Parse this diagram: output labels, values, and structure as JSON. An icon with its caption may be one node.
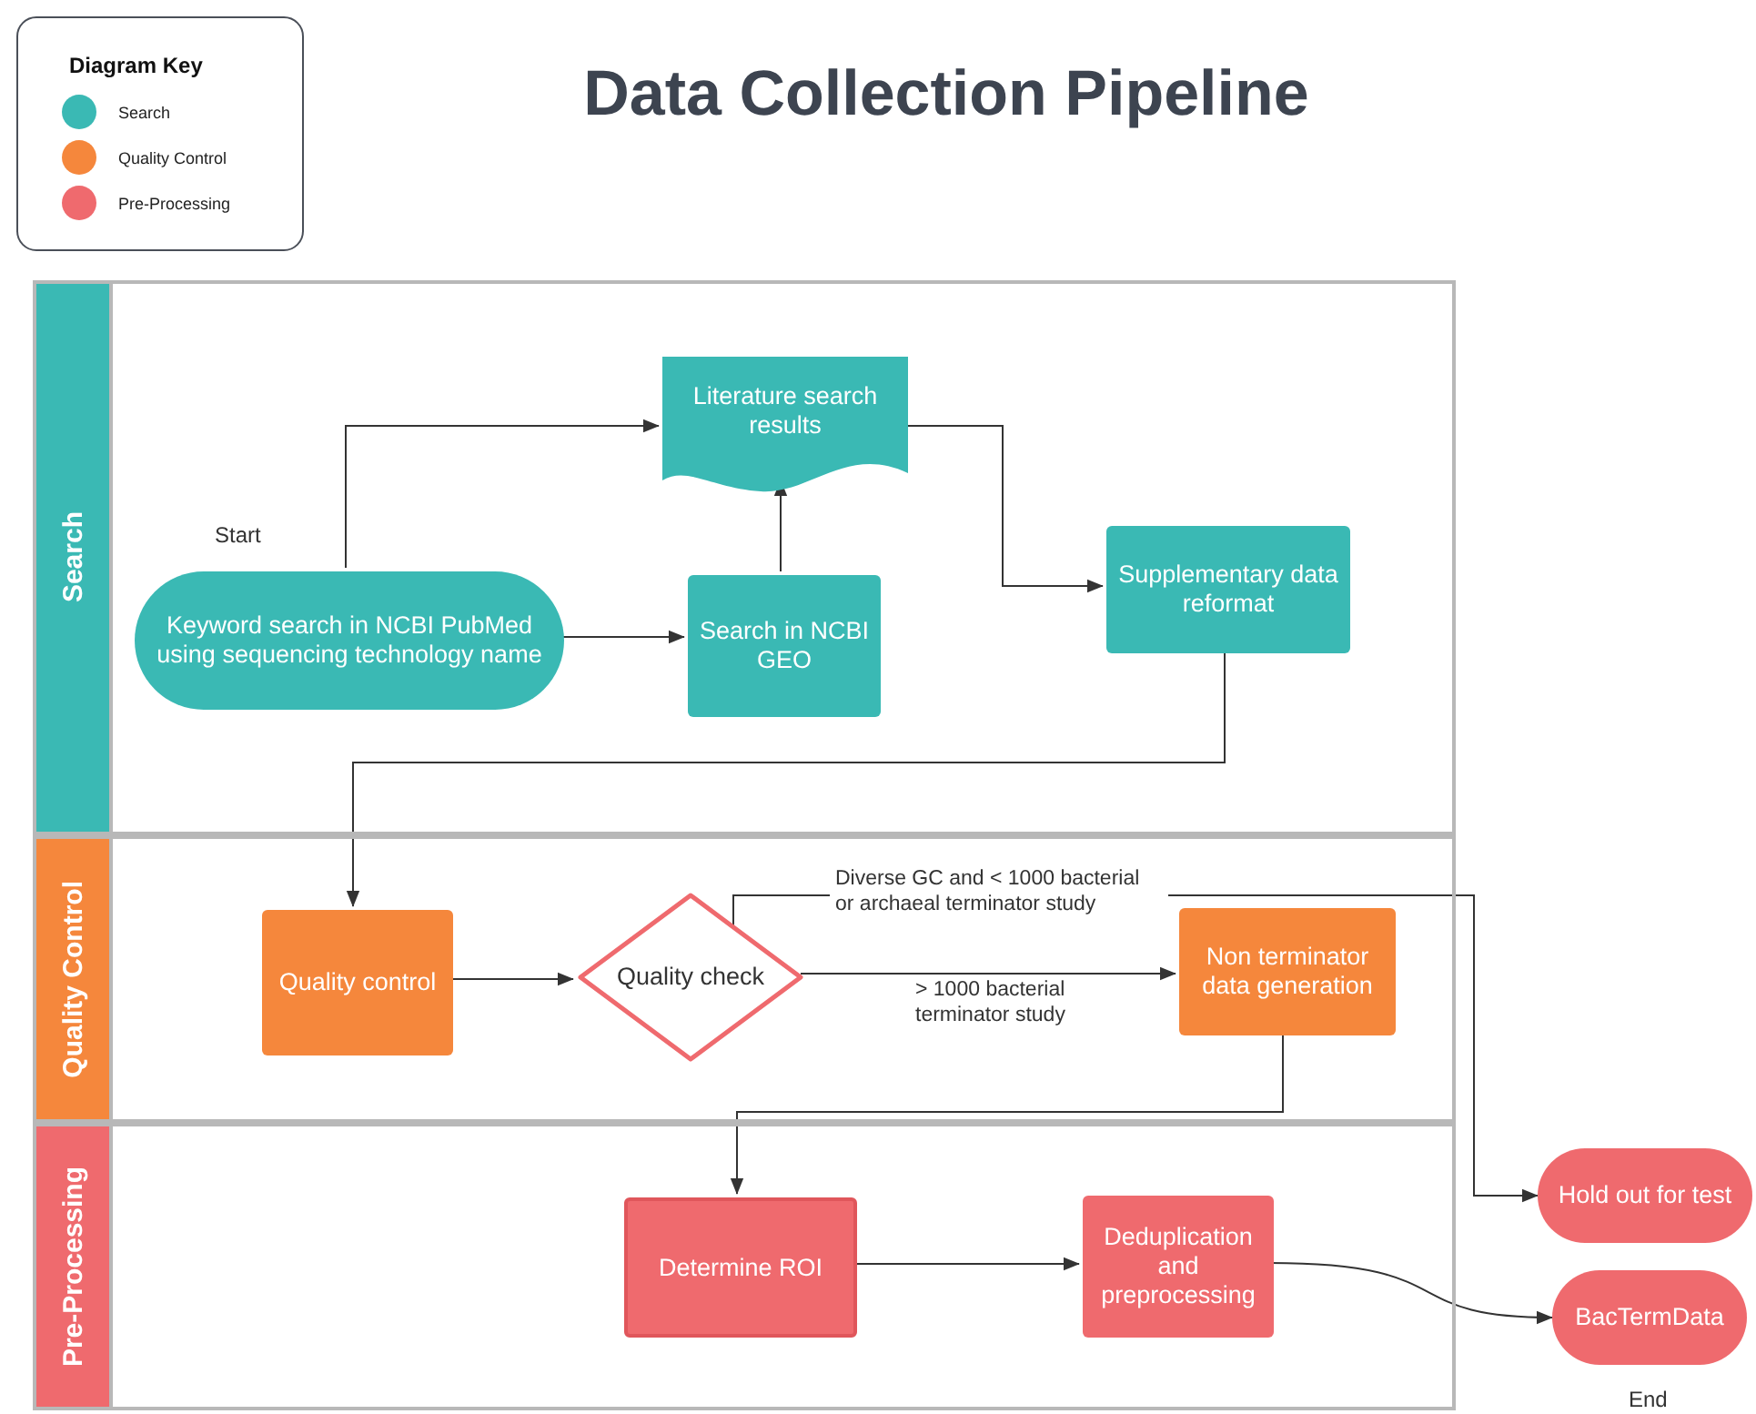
{
  "diagram": {
    "title": "Data Collection Pipeline",
    "nodes": [
      {
        "text": [
          "Search"
        ]
      },
      {
        "text": [
          "Quality Control"
        ]
      },
      {
        "text": [
          "Pre-Processing"
        ]
      },
      {
        "text": [
          "Keyword search in NCBI PubMed using sequencing technology name"
        ],
        "in": 0,
        "beside": [
          "Start"
        ]
      },
      {
        "text": [
          "Literature search results"
        ],
        "in": 0
      },
      {
        "text": [
          "Search in NCBI GEO"
        ],
        "in": 0
      },
      {
        "text": [
          "Supplementary data reformat"
        ],
        "in": 0
      },
      {
        "text": [
          "Quality control"
        ],
        "in": 1
      },
      {
        "text": [
          "Quality check"
        ],
        "in": 1
      },
      {
        "text": [
          "Non terminator data generation"
        ],
        "in": 1
      },
      {
        "text": [
          "Determine ROI"
        ],
        "in": 2
      },
      {
        "text": [
          "Deduplication and preprocessing"
        ],
        "in": 2
      },
      {
        "text": [
          "Hold out for test"
        ]
      },
      {
        "text": [
          "BacTermData"
        ],
        "beside": [
          "End"
        ]
      }
    ],
    "edges": [
      {
        "from": 3,
        "to": 4,
        "arrow": "to"
      },
      {
        "from": 3,
        "to": 5,
        "arrow": "to"
      },
      {
        "from": 5,
        "to": 4,
        "arrow": "to"
      },
      {
        "from": 4,
        "to": 6,
        "arrow": "to"
      },
      {
        "from": 6,
        "to": 7,
        "arrow": "to"
      },
      {
        "from": 7,
        "to": 8,
        "arrow": "to"
      },
      {
        "from": 8,
        "to": 12,
        "arrow": "to",
        "label": "Diverse GC and < 1000 bacterial or archaeal terminator study"
      },
      {
        "from": 8,
        "to": 9,
        "arrow": "to",
        "label": "> 1000 bacterial terminator study"
      },
      {
        "from": 9,
        "to": 10,
        "arrow": "to"
      },
      {
        "from": 10,
        "to": 11,
        "arrow": "to"
      },
      {
        "from": 11,
        "to": 13,
        "arrow": "to"
      }
    ],
    "labels": [
      "Diagram Key"
    ],
    "legend": [
      {
        "text": "Search",
        "color": "#3ab9b4"
      },
      {
        "text": "Quality Control",
        "color": "#f5873c"
      },
      {
        "text": "Pre-Processing",
        "color": "#ef6a6e"
      }
    ]
  }
}
